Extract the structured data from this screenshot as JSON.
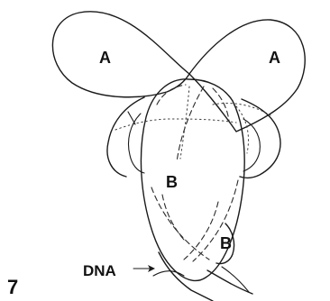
{
  "figure": {
    "number": "7",
    "labels": {
      "domain_a_left": "A",
      "domain_a_right": "A",
      "domain_b_center": "B",
      "domain_b_lower": "B",
      "dna": "DNA"
    }
  }
}
